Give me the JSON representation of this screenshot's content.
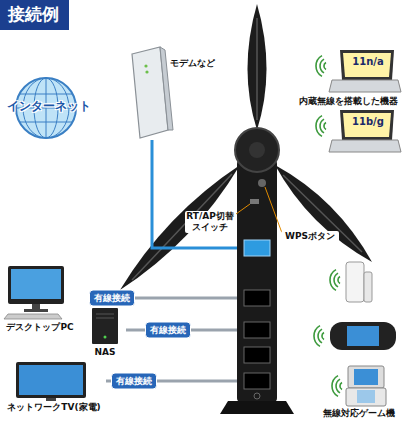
{
  "diagram": {
    "title": "接続例",
    "nodes": [
      {
        "text": [
          "インターネット"
        ]
      },
      {
        "text": [
          "モデムなど"
        ]
      },
      {
        "text": [
          "RT/AP切替 スイッチ",
          "WPSボタン"
        ]
      },
      {
        "text": [
          "11n/a",
          "内蔵無線を搭載した機器"
        ]
      },
      {
        "text": [
          "11b/g"
        ]
      },
      {
        "text": [
          "デスクトップPC"
        ]
      },
      {
        "text": [
          "NAS"
        ]
      },
      {
        "text": [
          "ネットワークTV(家電)"
        ]
      },
      {
        "text": [
          "無線対応ゲーム機"
        ]
      }
    ],
    "edges": [
      {
        "from": 1,
        "to": 2,
        "arrow": "none"
      },
      {
        "from": 2,
        "to": 5,
        "label": "有線接続",
        "arrow": "none"
      },
      {
        "from": 2,
        "to": 6,
        "label": "有線接続",
        "arrow": "none"
      },
      {
        "from": 2,
        "to": 7,
        "label": "有線接続",
        "arrow": "none"
      }
    ]
  }
}
